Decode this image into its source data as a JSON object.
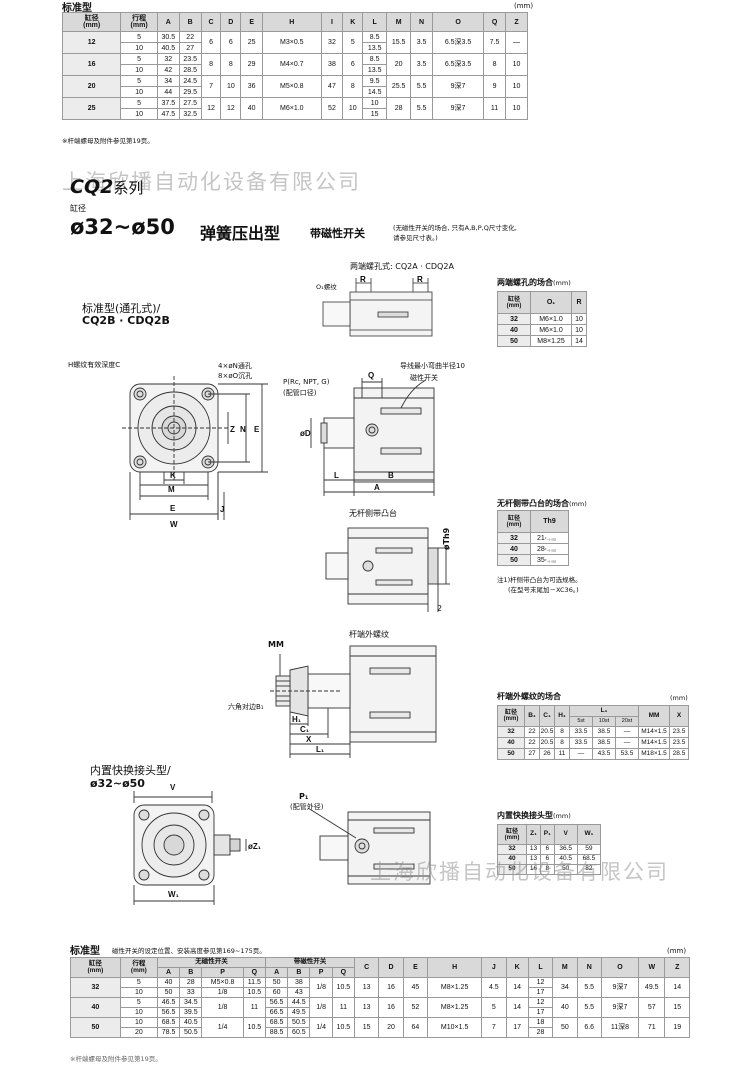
{
  "top_table": {
    "title": "标准型",
    "unit": "(mm)",
    "headers": [
      "缸径\n(mm)",
      "行程\n(mm)",
      "A",
      "B",
      "C",
      "D",
      "E",
      "H",
      "I",
      "K",
      "L",
      "M",
      "N",
      "O",
      "Q",
      "Z"
    ],
    "rows": [
      {
        "bore": "12",
        "s1": "5",
        "s2": "10",
        "a1": "30.5",
        "a2": "40.5",
        "b1": "22",
        "b2": "27",
        "c": "6",
        "d": "6",
        "e": "25",
        "h": "M3×0.5",
        "i": "32",
        "k": "5",
        "l1": "8.5",
        "l2": "13.5",
        "m": "15.5",
        "n": "3.5",
        "o": "6.5深3.5",
        "q": "7.5",
        "z": "—"
      },
      {
        "bore": "16",
        "s1": "5",
        "s2": "10",
        "a1": "32",
        "a2": "42",
        "b1": "23.5",
        "b2": "28.5",
        "c": "8",
        "d": "8",
        "e": "29",
        "h": "M4×0.7",
        "i": "38",
        "k": "6",
        "l1": "8.5",
        "l2": "13.5",
        "m": "20",
        "n": "3.5",
        "o": "6.5深3.5",
        "q": "8",
        "z": "10"
      },
      {
        "bore": "20",
        "s1": "5",
        "s2": "10",
        "a1": "34",
        "a2": "44",
        "b1": "24.5",
        "b2": "29.5",
        "c": "7",
        "d": "10",
        "e": "36",
        "h": "M5×0.8",
        "i": "47",
        "k": "8",
        "l1": "9.5",
        "l2": "14.5",
        "m": "25.5",
        "n": "5.5",
        "o": "9深7",
        "q": "9",
        "z": "10"
      },
      {
        "bore": "25",
        "s1": "5",
        "s2": "10",
        "a1": "37.5",
        "a2": "47.5",
        "b1": "27.5",
        "b2": "32.5",
        "c": "12",
        "d": "12",
        "e": "40",
        "h": "M6×1.0",
        "i": "52",
        "k": "10",
        "l1": "10",
        "l2": "15",
        "m": "28",
        "n": "5.5",
        "o": "9深7",
        "q": "11",
        "z": "10"
      }
    ],
    "note": "※杆端螺母及附件参见第19页。"
  },
  "watermark": "上海欣播自动化设备有限公司",
  "series": {
    "title": "CQ2",
    "suffix": "系列",
    "bore_label": "缸径",
    "bore_range": "ø32~ø50",
    "type_name": "弹簧压出型",
    "switch_label": "带磁性开关",
    "switch_note_1": "(无磁性开关的场合, 只有A,B,P,Q尺寸变化,",
    "switch_note_2": "请参见尺寸表。)"
  },
  "standard_model": {
    "line1": "标准型(通孔式)/",
    "line2": "CQ2B · CDQ2B"
  },
  "both_ends": {
    "title": "两端螺孔式: CQ2A · CDQ2A",
    "o1_label": "O₁螺纹",
    "table_title": "两端螺孔的场合",
    "unit": "(mm)",
    "headers": [
      "缸径\n(mm)",
      "O₁",
      "R"
    ],
    "rows": [
      {
        "bore": "32",
        "o1": "M6×1.0",
        "r": "10"
      },
      {
        "bore": "40",
        "o1": "M6×1.0",
        "r": "10"
      },
      {
        "bore": "50",
        "o1": "M8×1.25",
        "r": "14"
      }
    ]
  },
  "front_view": {
    "h_label": "H螺纹有效深度C",
    "hole1": "4×øN通孔",
    "hole2": "8×øO沉孔",
    "dims": [
      "K",
      "M",
      "E",
      "W",
      "J",
      "Z",
      "N",
      "E"
    ]
  },
  "side_view": {
    "p_label": "P(Rc, NPT, G)",
    "p_sub": "(配管口径)",
    "guide_label": "导线最小弯曲半径10",
    "switch_label": "磁性开关",
    "dims": [
      "Q",
      "øD",
      "L",
      "B",
      "A"
    ]
  },
  "boss": {
    "title": "无杆侧带凸台",
    "table_title": "无杆侧带凸台的场合",
    "unit": "(mm)",
    "headers": [
      "缸径\n(mm)",
      "Th9"
    ],
    "rows": [
      {
        "bore": "32",
        "th9": "21",
        "tol": "⁰₋₀.₀₅₂"
      },
      {
        "bore": "40",
        "th9": "28",
        "tol": "⁰₋₀.₀₅₂"
      },
      {
        "bore": "50",
        "th9": "35",
        "tol": "⁰₋₀.₀₆₂"
      }
    ],
    "note_1": "注1)杆侧带凸台为可选规格。",
    "note_2": "(在型号末尾加－XC36。)",
    "dim_th9": "øTh9",
    "dim_2": "2"
  },
  "rod_thread": {
    "title": "杆端外螺纹",
    "mm_label": "MM",
    "hex_label": "六角对边B₁",
    "dims": [
      "H₁",
      "C₁",
      "X",
      "L₁"
    ],
    "table_title": "杆端外螺纹的场合",
    "unit": "(mm)",
    "headers": [
      "缸径\n(mm)",
      "B₁",
      "C₁",
      "H₁",
      "L₁",
      "MM",
      "X"
    ],
    "l1_sub": [
      "5st",
      "10st",
      "20st"
    ],
    "rows": [
      {
        "bore": "32",
        "b1": "22",
        "c1": "20.5",
        "h1": "8",
        "l5": "33.5",
        "l10": "38.5",
        "l20": "—",
        "mm": "M14×1.5",
        "x": "23.5"
      },
      {
        "bore": "40",
        "b1": "22",
        "c1": "20.5",
        "h1": "8",
        "l5": "33.5",
        "l10": "38.5",
        "l20": "—",
        "mm": "M14×1.5",
        "x": "23.5"
      },
      {
        "bore": "50",
        "b1": "27",
        "c1": "26",
        "h1": "11",
        "l5": "—",
        "l10": "43.5",
        "l20": "53.5",
        "mm": "M18×1.5",
        "x": "28.5"
      }
    ]
  },
  "quick_fitting": {
    "title_1": "内置快换接头型/",
    "title_2": "ø32~ø50",
    "dims": [
      "V",
      "W₁",
      "øZ₁"
    ],
    "p1_label": "P₁",
    "p1_sub": "(配管外径)",
    "table_title": "内置快换接头型",
    "unit": "(mm)",
    "headers": [
      "缸径\n(mm)",
      "Z₁",
      "P₁",
      "V",
      "W₁"
    ],
    "rows": [
      {
        "bore": "32",
        "z1": "13",
        "p1": "6",
        "v": "36.5",
        "w1": "59"
      },
      {
        "bore": "40",
        "z1": "13",
        "p1": "6",
        "v": "40.5",
        "w1": "68.5"
      },
      {
        "bore": "50",
        "z1": "16",
        "p1": "8",
        "v": "50",
        "w1": "82"
      }
    ]
  },
  "bottom_table": {
    "title": "标准型",
    "subtitle": "磁性开关的设定位置、安装高度参见第169~175页。",
    "unit": "(mm)",
    "group_no_switch": "无磁性开关",
    "group_switch": "带磁性开关",
    "headers": [
      "缸径\n(mm)",
      "行程\n(mm)",
      "A",
      "B",
      "P",
      "Q",
      "A",
      "B",
      "P",
      "Q",
      "C",
      "D",
      "E",
      "H",
      "J",
      "K",
      "L",
      "M",
      "N",
      "O",
      "W",
      "Z"
    ],
    "rows": [
      {
        "bore": "32",
        "s1": "5",
        "s2": "10",
        "na1": "40",
        "na2": "50",
        "nb1": "28",
        "nb2": "33",
        "np1": "M5×0.8",
        "np2": "1/8",
        "nq1": "11.5",
        "nq2": "10.5",
        "wa1": "50",
        "wa2": "60",
        "wb1": "38",
        "wb2": "43",
        "wp": "1/8",
        "wq": "10.5",
        "c": "13",
        "d": "16",
        "e": "45",
        "h": "M8×1.25",
        "j": "4.5",
        "k": "14",
        "l1": "12",
        "l2": "17",
        "m": "34",
        "n": "5.5",
        "o": "9深7",
        "w": "49.5",
        "z": "14"
      },
      {
        "bore": "40",
        "s1": "5",
        "s2": "10",
        "na1": "46.5",
        "na2": "56.5",
        "nb1": "34.5",
        "nb2": "39.5",
        "np": "1/8",
        "nq": "11",
        "wa1": "56.5",
        "wa2": "66.5",
        "wb1": "44.5",
        "wb2": "49.5",
        "wp": "1/8",
        "wq": "11",
        "c": "13",
        "d": "16",
        "e": "52",
        "h": "M8×1.25",
        "j": "5",
        "k": "14",
        "l1": "12",
        "l2": "17",
        "m": "40",
        "n": "5.5",
        "o": "9深7",
        "w": "57",
        "z": "15"
      },
      {
        "bore": "50",
        "s1": "10",
        "s2": "20",
        "na1": "68.5",
        "na2": "78.5",
        "nb1": "40.5",
        "nb2": "50.5",
        "np": "1/4",
        "nq": "10.5",
        "wa1": "68.5",
        "wa2": "88.5",
        "wb1": "50.5",
        "wb2": "60.5",
        "wp": "1/4",
        "wq": "10.5",
        "c": "15",
        "d": "20",
        "e": "64",
        "h": "M10×1.5",
        "j": "7",
        "k": "17",
        "l1": "18",
        "l2": "28",
        "m": "50",
        "n": "6.6",
        "o": "11深8",
        "w": "71",
        "z": "19"
      }
    ],
    "note": "※杆端螺母及附件参见第19页。"
  },
  "colors": {
    "header_bg": "#d9d9d9",
    "bore_bg": "#ececec",
    "line": "#9a9a9a",
    "drawing": "#333333"
  }
}
